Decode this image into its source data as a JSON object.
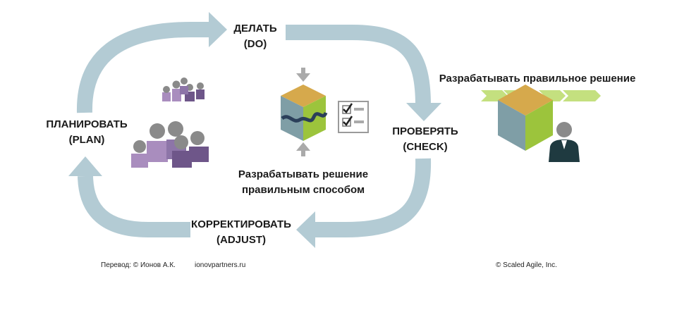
{
  "cycle": {
    "do": {
      "line1": "ДЕЛАТЬ",
      "line2": "(DO)"
    },
    "check": {
      "line1": "ПРОВЕРЯТЬ",
      "line2": "(CHECK)"
    },
    "adjust": {
      "line1": "КОРРЕКТИРОВАТЬ",
      "line2": "(ADJUST)"
    },
    "plan": {
      "line1": "ПЛАНИРОВАТЬ",
      "line2": "(PLAN)"
    }
  },
  "center": {
    "line1": "Разрабатывать решение",
    "line2": "правильным способом"
  },
  "right": {
    "title": "Разрабатывать правильное решение"
  },
  "footer": {
    "translation": "Перевод: © Ионов А.К.",
    "site": "ionovpartners.ru",
    "copyright": "© Scaled Agile,  Inc."
  },
  "colors": {
    "arrow": "#b3cbd4",
    "cube_top": "#d6a94c",
    "cube_left": "#7f9ea6",
    "cube_right": "#9cc43c",
    "people_light": "#a98dbe",
    "people_dark": "#6e5689",
    "people_head": "#8a8a8a",
    "person_suit": "#1f3a40",
    "chevron": "#c4e07f"
  }
}
